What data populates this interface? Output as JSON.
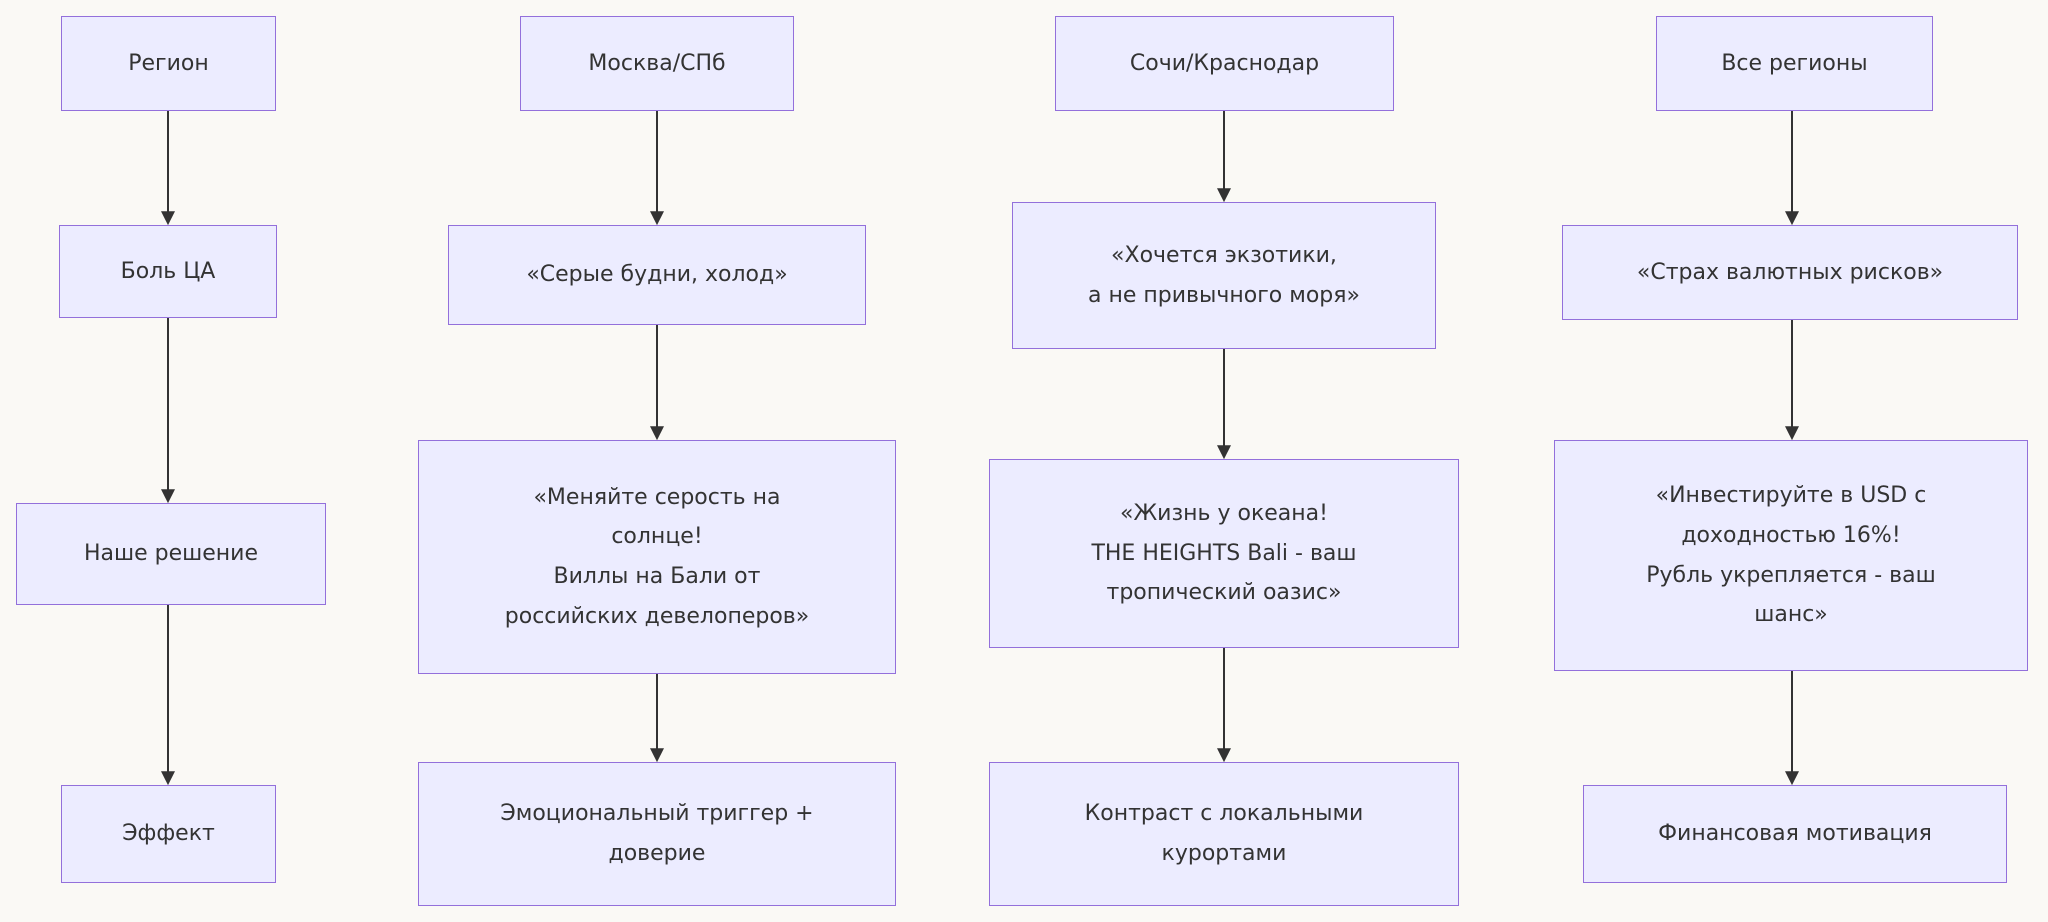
{
  "diagram": {
    "type": "flowchart",
    "columns": [
      {
        "id": "legend",
        "nodes": [
          {
            "label": "Регион"
          },
          {
            "label": "Боль ЦА"
          },
          {
            "label": "Наше решение"
          },
          {
            "label": "Эффект"
          }
        ]
      },
      {
        "id": "moscow-spb",
        "nodes": [
          {
            "label": "Москва/СПб"
          },
          {
            "label": "«Серые будни, холод»"
          },
          {
            "label": "«Меняйте серость на\nсолнце!\nВиллы на Бали от\nроссийских девелоперов»"
          },
          {
            "label": "Эмоциональный триггер +\nдоверие"
          }
        ]
      },
      {
        "id": "sochi-krasnodar",
        "nodes": [
          {
            "label": "Сочи/Краснодар"
          },
          {
            "label": "«Хочется экзотики,\nа не привычного моря»"
          },
          {
            "label": "«Жизнь у океана!\nTHE HEIGHTS Bali - ваш\nтропический оазис»"
          },
          {
            "label": "Контраст с локальными\nкурортами"
          }
        ]
      },
      {
        "id": "all-regions",
        "nodes": [
          {
            "label": "Все регионы"
          },
          {
            "label": "«Страх валютных рисков»"
          },
          {
            "label": "«Инвестируйте в USD с\nдоходностью 16%!\nРубль укрепляется - ваш\nшанс»"
          },
          {
            "label": "Финансовая мотивация"
          }
        ]
      }
    ]
  },
  "colors": {
    "node_fill": "#ececff",
    "node_border": "#9370db",
    "arrow": "#333333",
    "text": "#333333",
    "background": "#faf9f5"
  }
}
